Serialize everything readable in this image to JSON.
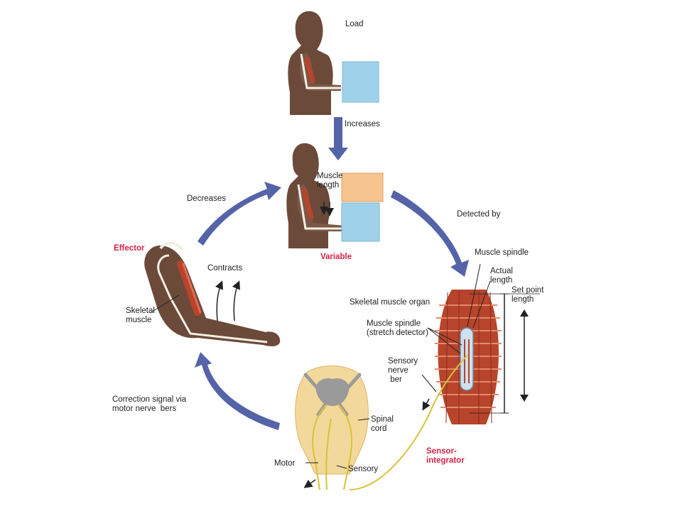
{
  "labels": {
    "load": "Load",
    "increases": "Increases",
    "muscle_length": "Muscle\nlength",
    "decreases": "Decreases",
    "detected_by": "Detected by",
    "variable": "Variable",
    "effector": "Effector",
    "contracts": "Contracts",
    "skeletal_muscle": "Skeletal\nmuscle",
    "muscle_spindle": "Muscle spindle",
    "actual_length": "Actual\nlength",
    "set_point_length": "Set point\nlength",
    "skeletal_muscle_organ": "Skeletal muscle organ",
    "muscle_spindle_stretch": "Muscle spindle\n(stretch detector)",
    "sensory_nerve_fiber": "Sensory\nnerve\n ber",
    "correction_signal": "Correction signal via\nmotor nerve  bers",
    "spinal_cord": "Spinal\ncord",
    "motor": "Motor",
    "sensory": "Sensory",
    "sensor_integrator": "Sensor-\nintegrator"
  },
  "colors": {
    "cycle_arrow": "#5563a8",
    "emphasis_text": "#d9224a",
    "skin": "#6b4a3a",
    "muscle": "#b7442b",
    "bone": "#f4efe2",
    "box_light": "#9fd2ea",
    "box_stretched": "#f5c48f",
    "nerve": "#d9c23a",
    "spinal_cord": "#f3d89c",
    "grey_matter": "#9a9a9a"
  }
}
